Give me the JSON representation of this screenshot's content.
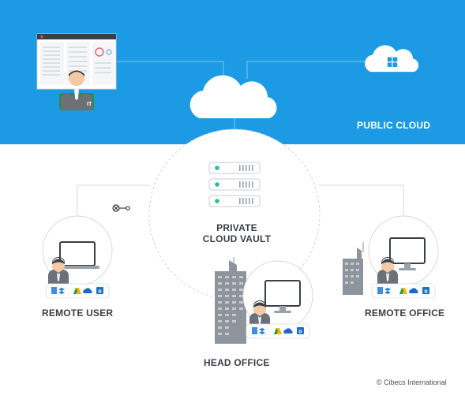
{
  "labels": {
    "public_cloud": "PUBLIC CLOUD",
    "vault_line1": "PRIVATE",
    "vault_line2": "CLOUD VAULT",
    "remote_user": "REMOTE USER",
    "remote_office": "REMOTE OFFICE",
    "head_office": "HEAD OFFICE",
    "copyright": "© Cibecs International",
    "it_badge": "IT"
  },
  "colors": {
    "sky": "#1c9be4",
    "white": "#ffffff",
    "server_led": "#2dbf8a",
    "text": "#3a3f45",
    "suit": "#2f8a4e",
    "connector": "#c9cdd2"
  },
  "icons": [
    "document-icon",
    "dropbox-icon",
    "google-drive-icon",
    "onedrive-icon",
    "outlook-icon"
  ]
}
